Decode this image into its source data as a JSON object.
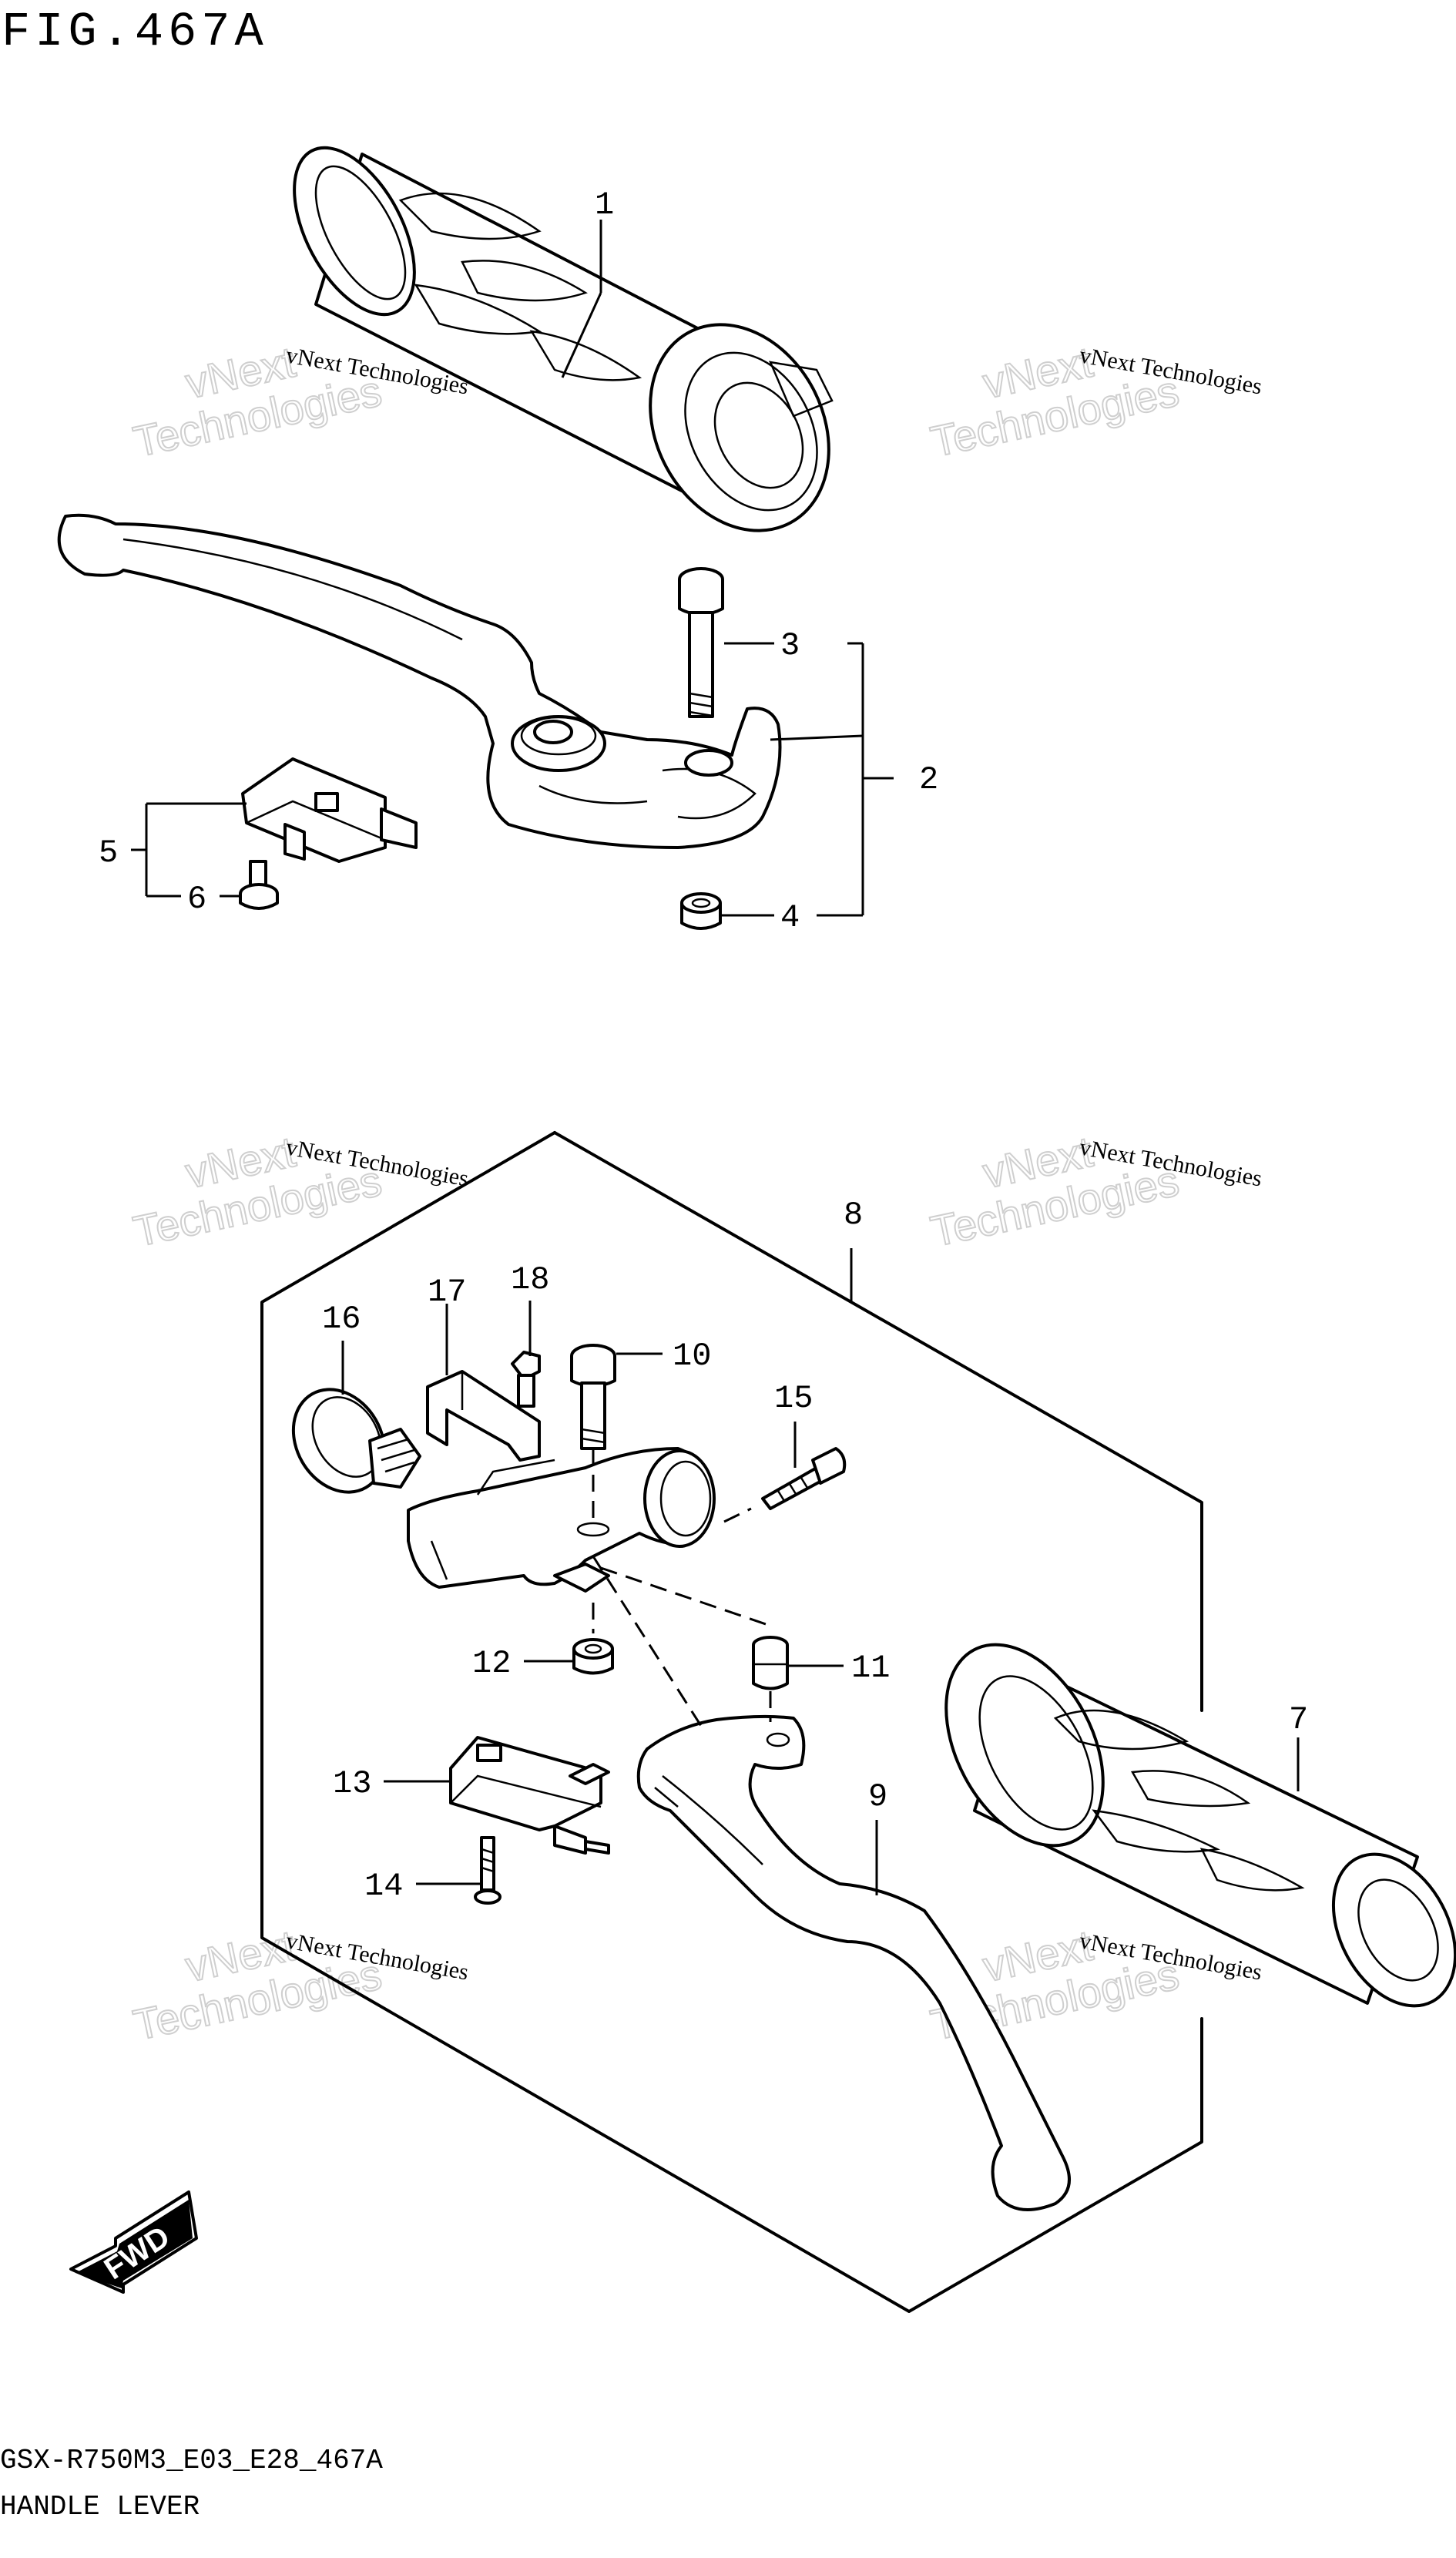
{
  "figure": {
    "title": "FIG.467A",
    "code": "GSX-R750M3_E03_E28_467A",
    "caption": "HANDLE LEVER"
  },
  "callouts": [
    "1",
    "2",
    "3",
    "4",
    "5",
    "6",
    "7",
    "8",
    "9",
    "10",
    "11",
    "12",
    "13",
    "14",
    "15",
    "16",
    "17",
    "18"
  ],
  "watermark": {
    "line_small": "vNext Technologies",
    "line_big_1": "vNext",
    "line_big_2": "Technologies"
  },
  "direction_badge": "FWD"
}
